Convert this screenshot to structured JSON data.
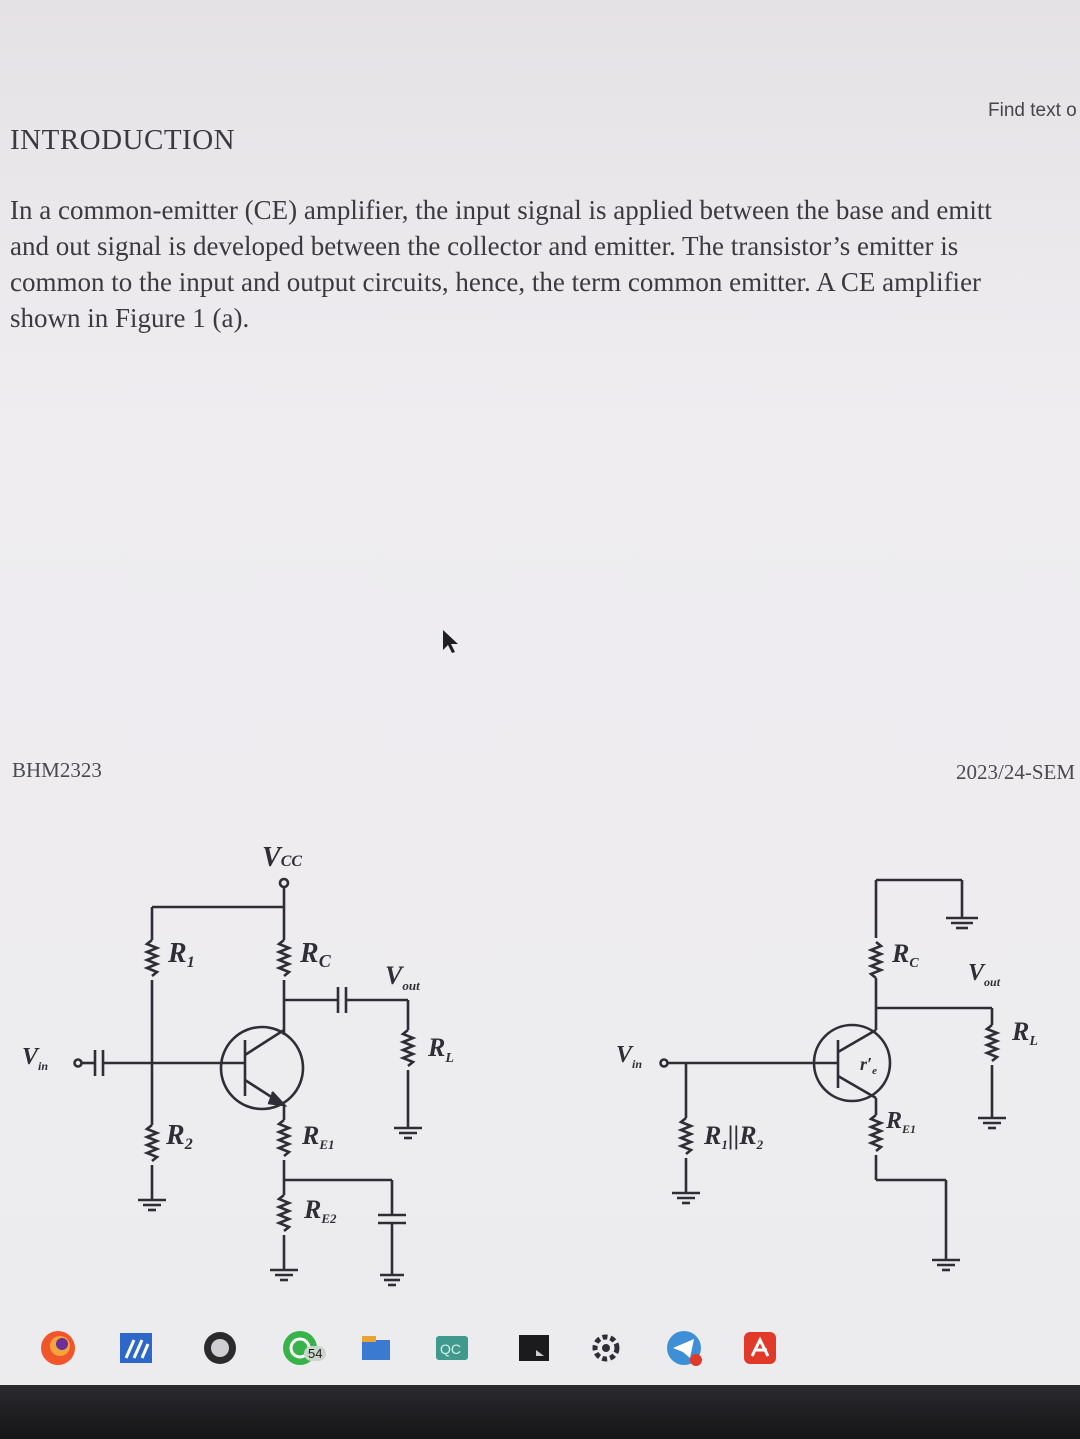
{
  "find_text": "Find text o",
  "heading": "INTRODUCTION",
  "paragraph": [
    "In a common-emitter (CE) amplifier, the input signal is applied between the base and emitt",
    "and out signal is developed between the collector and emitter. The transistor’s emitter is",
    "common to the input and output circuits, hence, the term common emitter. A CE amplifier",
    "shown in Figure 1 (a)."
  ],
  "footer": {
    "course_code": "BHM2323",
    "semester": "2023/24-SEM"
  },
  "circuit_a": {
    "vcc": "V",
    "vcc_sub": "CC",
    "vin": "V",
    "vin_sub": "in",
    "vout": "V",
    "vout_sub": "out",
    "r1": "R",
    "r1_sub": "1",
    "r2": "R",
    "r2_sub": "2",
    "rc": "R",
    "rc_sub": "C",
    "rl": "R",
    "rl_sub": "L",
    "re1": "R",
    "re1_sub": "E1",
    "re2": "R",
    "re2_sub": "E2"
  },
  "circuit_b": {
    "vin": "V",
    "vin_sub": "in",
    "rpar": "R",
    "rpar_sub1": "1",
    "rpar_mid": "||R",
    "rpar_sub2": "2",
    "rc": "R",
    "rc_sub": "C",
    "vout": "V",
    "vout_sub": "out",
    "rl": "R",
    "rl_sub": "L",
    "re1": "R",
    "re1_sub": "E1",
    "re": "r′",
    "re_sub": "e"
  },
  "taskbar": {
    "whatsapp_badge": "54",
    "icons": [
      "firefox-icon",
      "app-icon",
      "obs-icon",
      "whatsapp-icon",
      "files-icon",
      "qc-icon",
      "terminal-icon",
      "settings-icon",
      "telegram-icon",
      "acrobat-icon"
    ]
  },
  "colors": {
    "ink": "#2f2e36",
    "screen": "#ecebee",
    "acrobat": "#e23a2a",
    "telegram": "#3f8fd6",
    "whatsapp": "#37b34a"
  }
}
